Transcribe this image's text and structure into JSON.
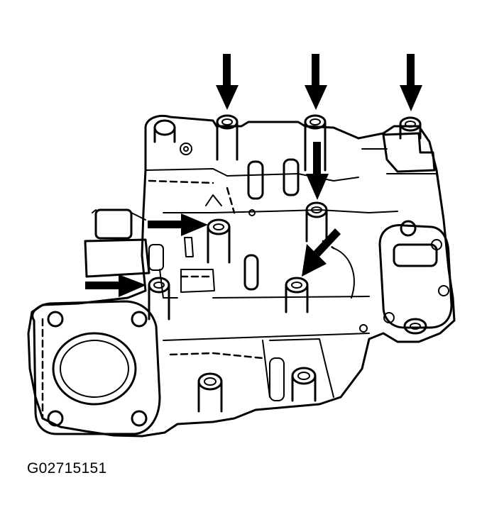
{
  "figure": {
    "id_label": "G02715151",
    "subject": "valve-body-assembly",
    "callout_arrow_count": 7,
    "bolt_boss_count": 10
  },
  "colors": {
    "ink": "#000000",
    "paper": "#ffffff"
  }
}
